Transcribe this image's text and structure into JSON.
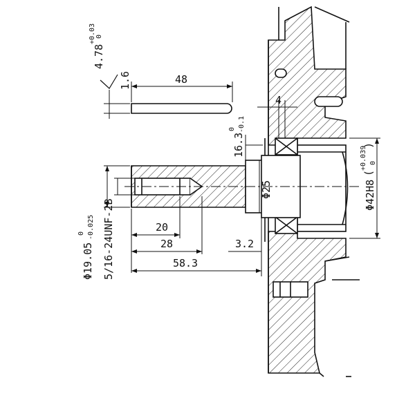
{
  "drawing": {
    "key_length": "48",
    "key_height": "4.78",
    "key_height_tol_upper": "+0.03",
    "key_height_tol_lower": "0",
    "surface_roughness": "1.6",
    "keyway_width": "4",
    "shaft_length_tol": "16.3",
    "shaft_length_tol_upper": "0",
    "shaft_length_tol_lower": "-0.1",
    "shaft_diameter": "Φ19.05",
    "shaft_diameter_tol_upper": "0",
    "shaft_diameter_tol_lower": "-0.025",
    "thread_spec": "5/16-24UNF-2B",
    "thread_depth": "20",
    "hole_depth": "28",
    "shoulder_offset": "3.2",
    "shaft_total_length": "58.3",
    "bearing_bore": "Φ25",
    "housing_bore": "Φ42H8",
    "housing_bore_tol_upper": "+0.039",
    "housing_bore_tol_lower": "0"
  }
}
